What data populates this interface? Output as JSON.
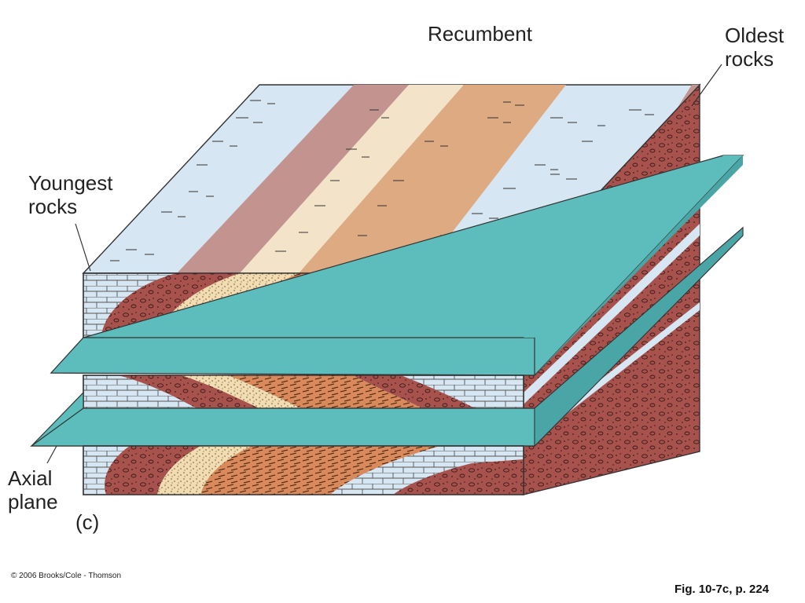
{
  "title": "Recumbent",
  "labels": {
    "oldest_line1": "Oldest",
    "oldest_line2": "rocks",
    "youngest_line1": "Youngest",
    "youngest_line2": "rocks",
    "axial_line1": "Axial",
    "axial_line2": "plane",
    "panel": "(c)"
  },
  "footer": {
    "copyright": "© 2006 Brooks/Cole - Thomson",
    "figure_ref": "Fig. 10-7c, p. 224"
  },
  "colors": {
    "limestone": "#d6e6f2",
    "shale_red": "#a8524e",
    "shale_top": "#c39390",
    "sandstone": "#f2ddb2",
    "sandstone_top": "#f3e3c8",
    "orange": "#d9895a",
    "orange_top": "#ddaa82",
    "axial_plane": "#5dbcbc"
  }
}
